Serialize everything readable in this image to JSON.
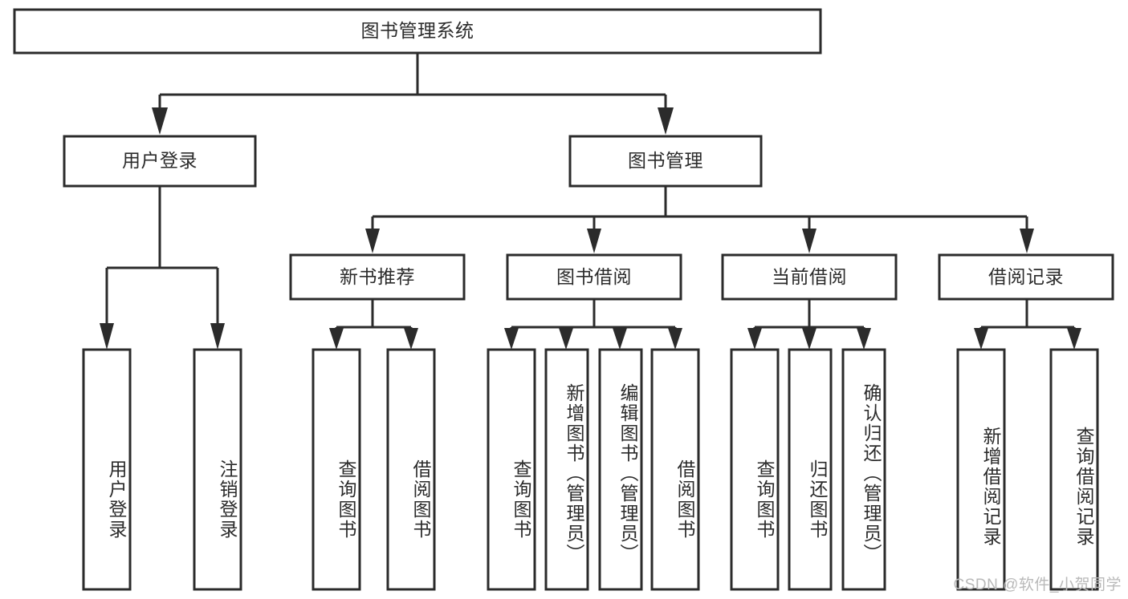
{
  "diagram": {
    "type": "tree",
    "title": "图书管理系统",
    "watermark": "CSDN @软件_小贺同学",
    "colors": {
      "stroke": "#2b2b2b",
      "fill": "#ffffff",
      "text": "#2b2b2b",
      "watermark": "#b9b9b9",
      "background": "#ffffff"
    },
    "levels": {
      "root": "图书管理系统",
      "level2": [
        "用户登录",
        "图书管理"
      ],
      "level3": [
        "新书推荐",
        "图书借阅",
        "当前借阅",
        "借阅记录"
      ]
    },
    "nodes": {
      "root": {
        "label": "图书管理系统"
      },
      "user_login": {
        "label": "用户登录"
      },
      "book_manage": {
        "label": "图书管理"
      },
      "new_book_rec": {
        "label": "新书推荐"
      },
      "book_borrow": {
        "label": "图书借阅"
      },
      "current_borrow": {
        "label": "当前借阅"
      },
      "borrow_record": {
        "label": "借阅记录"
      },
      "leaf_1": {
        "label": "用户登录"
      },
      "leaf_2": {
        "label": "注销登录"
      },
      "leaf_3": {
        "label": "查询图书"
      },
      "leaf_4": {
        "label": "借阅图书"
      },
      "leaf_5": {
        "label": "查询图书"
      },
      "leaf_6": {
        "label": "新增图书（管理员）"
      },
      "leaf_7": {
        "label": "编辑图书（管理员）"
      },
      "leaf_8": {
        "label": "借阅图书"
      },
      "leaf_9": {
        "label": "查询图书"
      },
      "leaf_10": {
        "label": "归还图书"
      },
      "leaf_11": {
        "label": "确认归还（管理员）"
      },
      "leaf_12": {
        "label": "新增借阅记录"
      },
      "leaf_13": {
        "label": "查询借阅记录"
      }
    },
    "edges": [
      {
        "from": "root",
        "to": "user_login"
      },
      {
        "from": "root",
        "to": "book_manage"
      },
      {
        "from": "book_manage",
        "to": "new_book_rec"
      },
      {
        "from": "book_manage",
        "to": "book_borrow"
      },
      {
        "from": "book_manage",
        "to": "current_borrow"
      },
      {
        "from": "book_manage",
        "to": "borrow_record"
      },
      {
        "from": "user_login",
        "to": "leaf_1"
      },
      {
        "from": "user_login",
        "to": "leaf_2"
      },
      {
        "from": "new_book_rec",
        "to": "leaf_3"
      },
      {
        "from": "new_book_rec",
        "to": "leaf_4"
      },
      {
        "from": "book_borrow",
        "to": "leaf_5"
      },
      {
        "from": "book_borrow",
        "to": "leaf_6"
      },
      {
        "from": "book_borrow",
        "to": "leaf_7"
      },
      {
        "from": "book_borrow",
        "to": "leaf_8"
      },
      {
        "from": "current_borrow",
        "to": "leaf_9"
      },
      {
        "from": "current_borrow",
        "to": "leaf_10"
      },
      {
        "from": "current_borrow",
        "to": "leaf_11"
      },
      {
        "from": "borrow_record",
        "to": "leaf_12"
      },
      {
        "from": "borrow_record",
        "to": "leaf_13"
      }
    ]
  }
}
